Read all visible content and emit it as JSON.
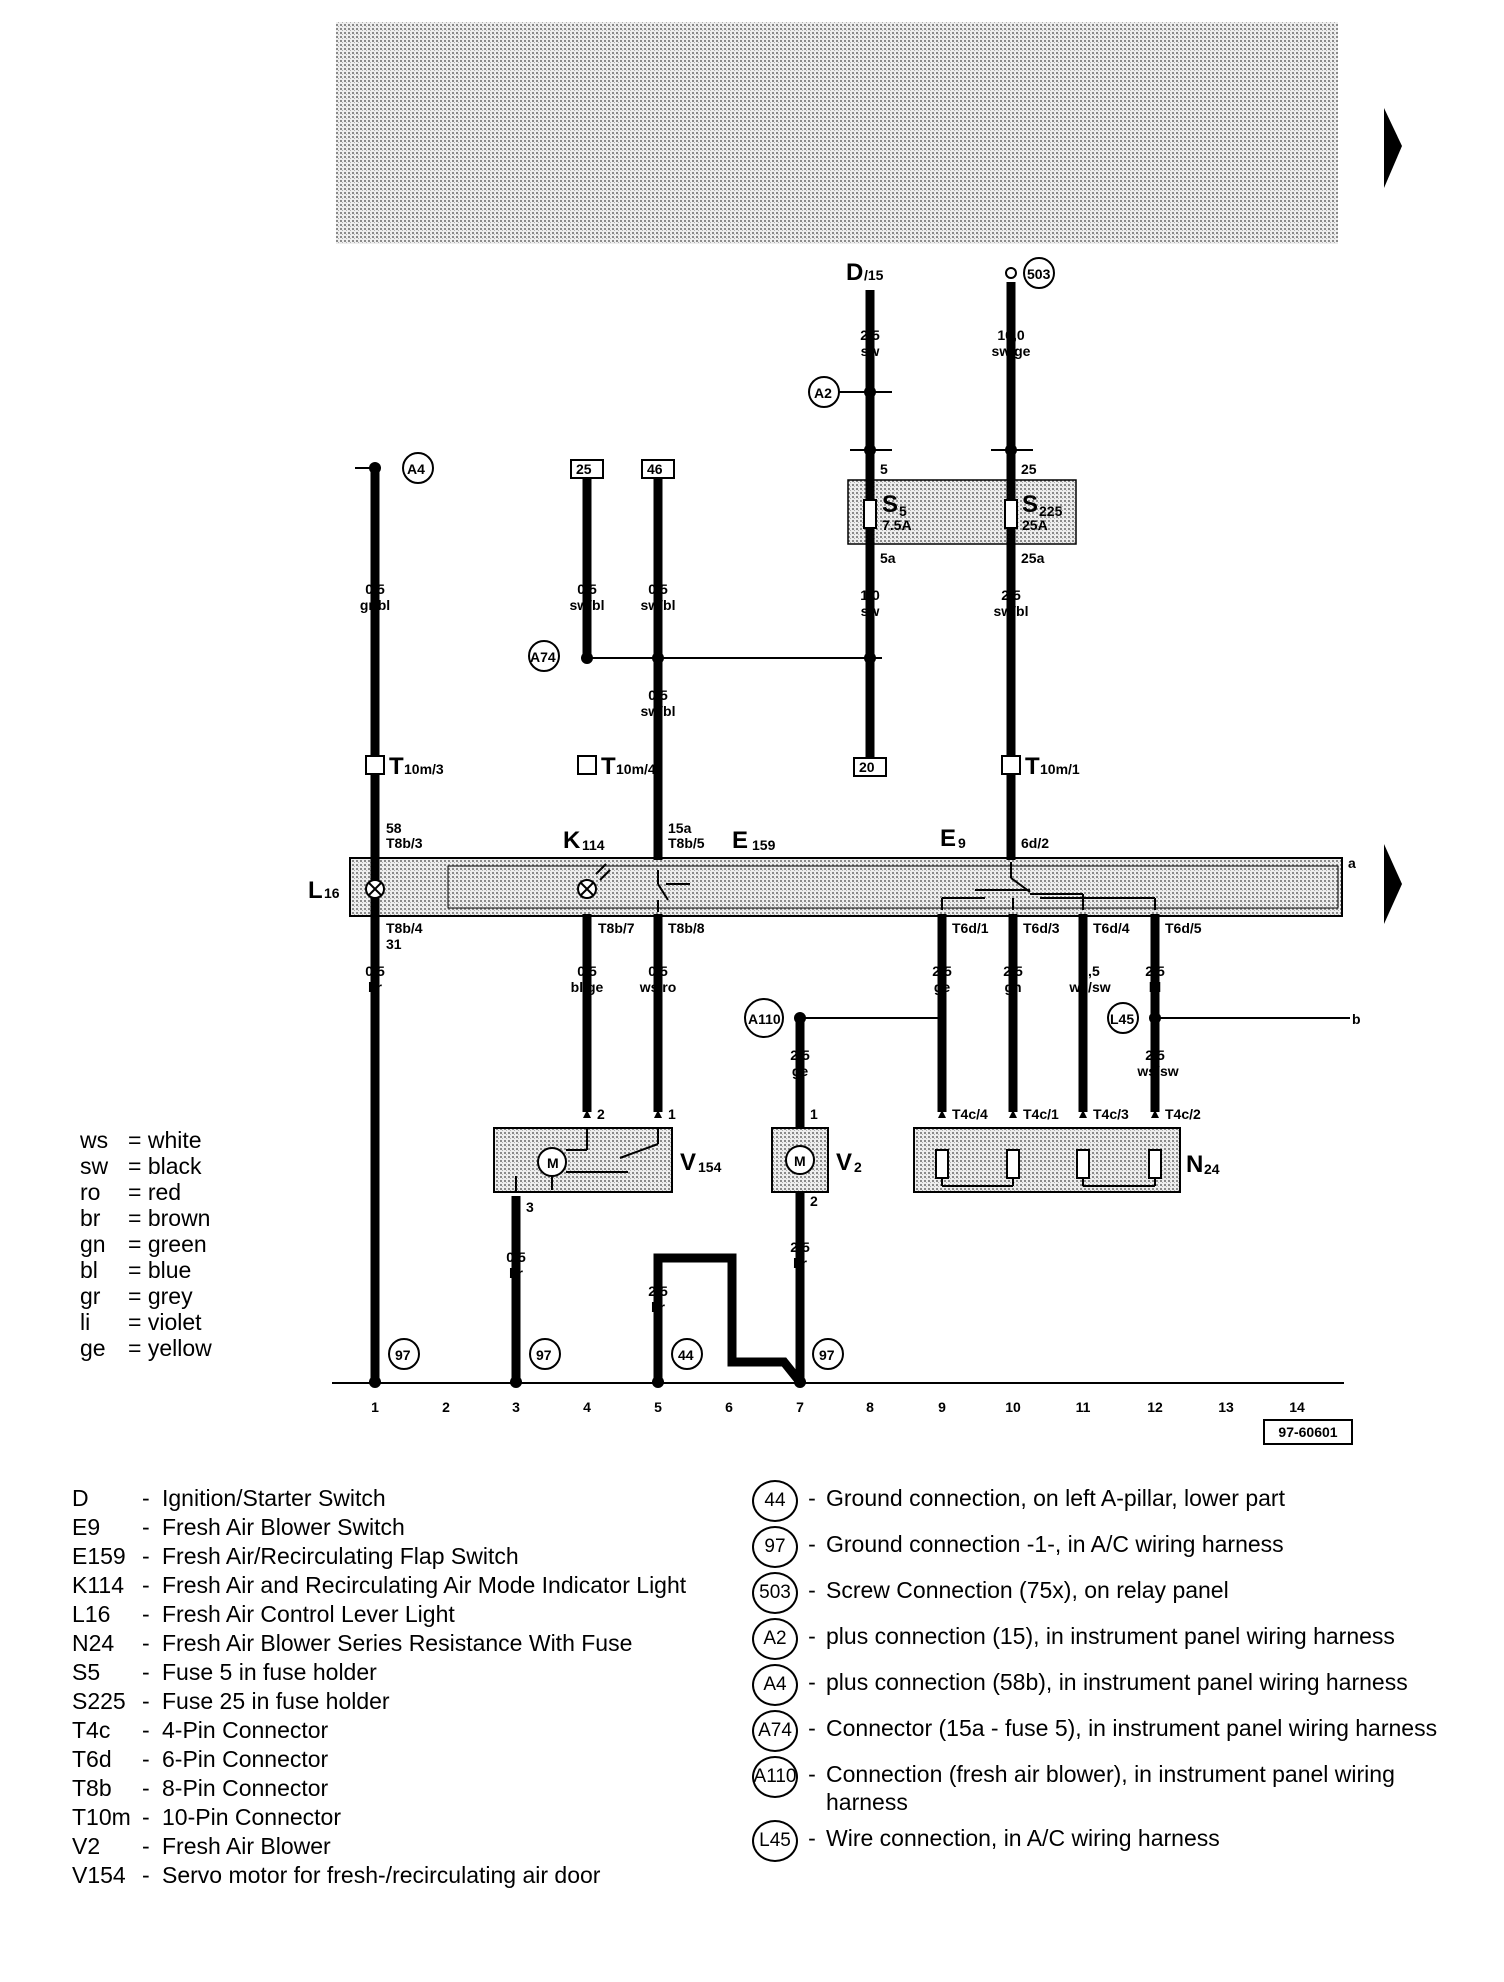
{
  "nodes": {
    "ignition": "D",
    "ignition_sub": "/15",
    "c503": "503",
    "cA2": "A2",
    "cA4": "A4",
    "cA74": "A74",
    "cA110": "A110",
    "cL45": "L45",
    "t25": "25",
    "t46": "46",
    "t20": "20",
    "c44": "44",
    "c97": "97",
    "edge_a": "a",
    "edge_b": "b",
    "drawing_no": "97-60601"
  },
  "components": {
    "S5": "S",
    "S5_sub": "5",
    "S5_rating": "7.5A",
    "S225": "S",
    "S225_sub": "225",
    "S225_rating": "25A",
    "L16": "L",
    "L16_sub": "16",
    "K114": "K",
    "K114_sub": "114",
    "E159": "E",
    "E159_sub": "159",
    "E9": "E",
    "E9_sub": "9",
    "V154": "V",
    "V154_sub": "154",
    "V2": "V",
    "V2_sub": "2",
    "N24": "N",
    "N24_sub": "24",
    "motor": "M"
  },
  "connectors": {
    "T10m3_main": "T",
    "T10m3_sub": "10m/3",
    "T10m4_main": "T",
    "T10m4_sub": "10m/4",
    "T10m1_main": "T",
    "T10m1_sub": "10m/1"
  },
  "pins": {
    "p5": "5",
    "p25": "25",
    "p5a": "5a",
    "p25a": "25a",
    "p58": "58",
    "T8b3": "T8b/3",
    "p15a": "15a",
    "T8b5": "T8b/5",
    "p6d2": "6d/2",
    "T8b4": "T8b/4",
    "p31": "31",
    "T8b7": "T8b/7",
    "T8b8": "T8b/8",
    "T6d1": "T6d/1",
    "T6d3": "T6d/3",
    "T6d4": "T6d/4",
    "T6d5": "T6d/5",
    "V154_2": "2",
    "V154_1": "1",
    "V154_3": "3",
    "V2_1": "1",
    "V2_2": "2",
    "T4c4": "T4c/4",
    "T4c1": "T4c/1",
    "T4c3": "T4c/3",
    "T4c2": "T4c/2"
  },
  "wires": {
    "w_D": [
      "2,5",
      "sw"
    ],
    "w_503": [
      "10,0",
      "sw/ge"
    ],
    "w_A4": [
      "0,5",
      "gr/bl"
    ],
    "w_25": [
      "0,5",
      "sw/bl"
    ],
    "w_46": [
      "0,5",
      "sw/bl"
    ],
    "w_S5": [
      "1,0",
      "sw"
    ],
    "w_S225": [
      "2,5",
      "sw/bl"
    ],
    "w_mid": [
      "0,5",
      "sw/bl"
    ],
    "w_L16": [
      "0,5",
      "br"
    ],
    "w_K114": [
      "0,5",
      "bl/ge"
    ],
    "w_E159": [
      "0,5",
      "ws/ro"
    ],
    "w_6d1": [
      "2,5",
      "ge"
    ],
    "w_6d3": [
      "2,5",
      "gn"
    ],
    "w_6d4": [
      "2,5",
      "ws/sw"
    ],
    "w_6d5": [
      "2,5",
      "bl"
    ],
    "w_A110": [
      "2,5",
      "ge"
    ],
    "w_L45": [
      "2,5",
      "ws/sw"
    ],
    "w_V154gnd": [
      "0,5",
      "br"
    ],
    "w_44": [
      "2,5",
      "br"
    ],
    "w_V2gnd": [
      "2,5",
      "br"
    ]
  },
  "columns": [
    "1",
    "2",
    "3",
    "4",
    "5",
    "6",
    "7",
    "8",
    "9",
    "10",
    "11",
    "12",
    "13",
    "14"
  ],
  "colors_legend": [
    {
      "code": "ws",
      "name": "white"
    },
    {
      "code": "sw",
      "name": "black"
    },
    {
      "code": "ro",
      "name": "red"
    },
    {
      "code": "br",
      "name": "brown"
    },
    {
      "code": "gn",
      "name": "green"
    },
    {
      "code": "bl",
      "name": "blue"
    },
    {
      "code": "gr",
      "name": "grey"
    },
    {
      "code": "li",
      "name": "violet"
    },
    {
      "code": "ge",
      "name": "yellow"
    }
  ],
  "legend_left": [
    {
      "code": "D",
      "text": "Ignition/Starter Switch"
    },
    {
      "code": "E9",
      "text": "Fresh Air Blower Switch"
    },
    {
      "code": "E159",
      "text": "Fresh Air/Recirculating Flap Switch"
    },
    {
      "code": "K114",
      "text": "Fresh Air and Recirculating Air Mode Indicator Light"
    },
    {
      "code": "L16",
      "text": "Fresh Air Control Lever Light"
    },
    {
      "code": "N24",
      "text": "Fresh Air Blower Series Resistance With Fuse"
    },
    {
      "code": "S5",
      "text": "Fuse 5 in fuse holder"
    },
    {
      "code": "S225",
      "text": "Fuse 25 in fuse holder"
    },
    {
      "code": "T4c",
      "text": "4-Pin Connector"
    },
    {
      "code": "T6d",
      "text": "6-Pin Connector"
    },
    {
      "code": "T8b",
      "text": "8-Pin Connector"
    },
    {
      "code": "T10m",
      "text": "10-Pin Connector"
    },
    {
      "code": "V2",
      "text": "Fresh Air Blower"
    },
    {
      "code": "V154",
      "text": "Servo motor for fresh-/recirculating air door"
    }
  ],
  "legend_right": [
    {
      "code": "44",
      "text": "Ground connection, on left A-pillar, lower part"
    },
    {
      "code": "97",
      "text": "Ground connection -1-, in A/C wiring harness"
    },
    {
      "code": "503",
      "text": "Screw Connection (75x), on relay panel"
    },
    {
      "code": "A2",
      "text": "plus connection (15), in instrument panel wiring harness"
    },
    {
      "code": "A4",
      "text": "plus connection (58b), in instrument panel wiring harness"
    },
    {
      "code": "A74",
      "text": "Connector (15a - fuse 5), in instrument panel wiring harness"
    },
    {
      "code": "A110",
      "text": "Connection (fresh air blower), in  instrument panel wiring harness"
    },
    {
      "code": "L45",
      "text": "Wire connection, in A/C wiring harness"
    }
  ]
}
